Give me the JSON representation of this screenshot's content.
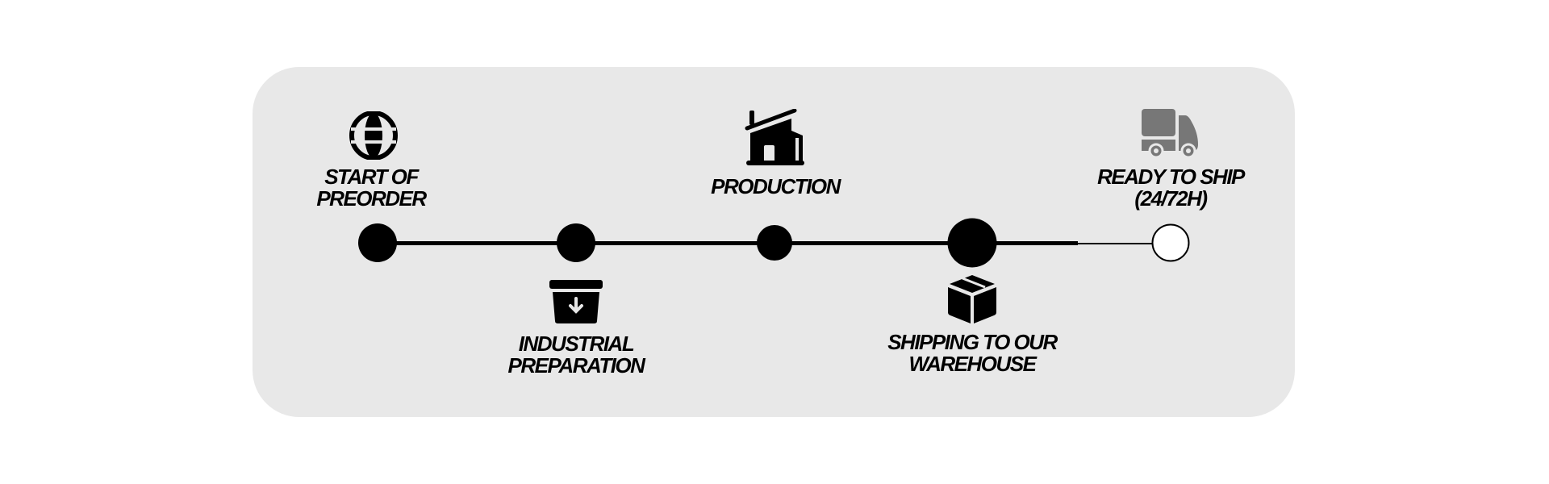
{
  "steps": [
    {
      "line1": "START OF",
      "line2": "PREORDER",
      "icon": "globe-icon",
      "status": "completed"
    },
    {
      "line1": "INDUSTRIAL",
      "line2": "PREPARATION",
      "icon": "archive-download-icon",
      "status": "completed"
    },
    {
      "line1": "PRODUCTION",
      "icon": "factory-icon",
      "status": "completed"
    },
    {
      "line1": "SHIPPING TO OUR",
      "line2": "WAREHOUSE",
      "icon": "box-icon",
      "status": "current"
    },
    {
      "line1": "READY TO SHIP",
      "line2": "(24/72H)",
      "icon": "truck-icon",
      "status": "pending"
    }
  ],
  "colors": {
    "panel": "#e8e8e8",
    "active": "#000000",
    "pending_icon": "#777777"
  }
}
